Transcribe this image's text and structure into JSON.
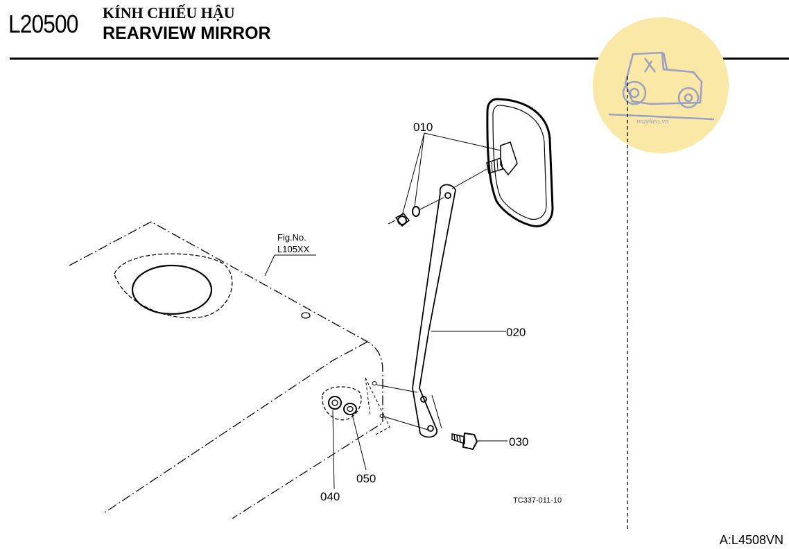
{
  "header": {
    "section_code": "L20500",
    "title_vi": "KÍNH CHIẾU HẬU",
    "title_en": "REARVIEW MIRROR"
  },
  "watermark": {
    "text": "maykeo.vn",
    "icon": "tractor-icon",
    "color": "#f9e8a6"
  },
  "parts": [
    {
      "number": "010"
    },
    {
      "number": "020"
    },
    {
      "number": "030"
    },
    {
      "number": "040"
    },
    {
      "number": "050"
    }
  ],
  "reference": {
    "fig_label": "Fig.No.",
    "fig_code": "L105XX"
  },
  "drawing_code": "TC337-011-10",
  "page_ref": "A:L4508VN"
}
